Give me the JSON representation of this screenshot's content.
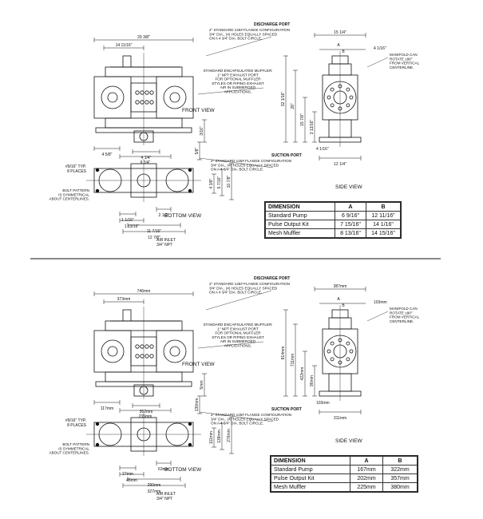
{
  "imperial": {
    "dims": {
      "overall_width": "29 3/8\"",
      "inner_width": "14 11/16\"",
      "left_offset": "4 5/8\"",
      "right_height": "3/16\"",
      "base_height": "5/8\"",
      "center_w1": "9 1/4\"",
      "center_w2": "4 1/4\"",
      "mount_h1": "10 7/8\"",
      "mount_h2": "5 7/16\"",
      "mount_h3": "4 3/8\"",
      "slot": "#9/16\" TYP.\n8 PLACES",
      "bottom_w1": "1 1/16\"",
      "bottom_w2": "1 13/16\"",
      "bottom_w3": "2 1/2\"",
      "bottom_w4": "11 7/16\"",
      "bottom_w5": "12 7/8\"",
      "side_width": "15 1/4\"",
      "side_a": "A",
      "side_b": "B",
      "side_top": "4 1/16\"",
      "side_h1": "32 1/16\"",
      "side_h2": "28\"",
      "side_h3": "15 7/8\"",
      "side_h4": "3 13/16\"",
      "side_bot1": "4 1/16\"",
      "side_bot2": "12 1/4\""
    },
    "air_inlet": "AIR INLET\n3/4\" NPT",
    "table": {
      "header": [
        "DIMENSION",
        "A",
        "B"
      ],
      "rows": [
        [
          "Standard Pump",
          "6 9/16\"",
          "12 11/16\""
        ],
        [
          "Pulse Output Kit",
          "7 15/16\"",
          "14 1/16\""
        ],
        [
          "Mesh Muffler",
          "8 13/16\"",
          "14 15/16\""
        ]
      ]
    }
  },
  "metric": {
    "dims": {
      "overall_width": "746mm",
      "inner_width": "373mm",
      "left_offset": "117mm",
      "right_height": "5mm",
      "base_height": "130mm",
      "center_w1": "235mm",
      "center_w2": "362mm",
      "mount_h1": "276mm",
      "mount_h2": "138mm",
      "mount_h3": "111mm",
      "slot": "#9/16\" TYP.\n8 PLACES",
      "bottom_w1": "27mm",
      "bottom_w2": "46mm",
      "bottom_w3": "63mm",
      "bottom_w4": "290mm",
      "bottom_w5": "327mm",
      "side_width": "387mm",
      "side_a": "A",
      "side_b": "B",
      "side_top": "103mm",
      "side_h1": "814mm",
      "side_h2": "711mm",
      "side_h3": "422mm",
      "side_h4": "96mm",
      "side_bot1": "103mm",
      "side_bot2": "311mm"
    },
    "air_inlet": "AIR INLET\n3/4\" NPT",
    "table": {
      "header": [
        "DIMENSION",
        "A",
        "B"
      ],
      "rows": [
        [
          "Standard Pump",
          "167mm",
          "322mm"
        ],
        [
          "Pulse Output Kit",
          "202mm",
          "357mm"
        ],
        [
          "Mesh Muffler",
          "225mm",
          "380mm"
        ]
      ]
    }
  },
  "labels": {
    "front_view": "FRONT VIEW",
    "bottom_view": "BOTTOM VIEW",
    "side_view": "SIDE VIEW",
    "discharge_title": "DISCHARGE PORT",
    "discharge_text": "2\" STANDARD 125# FLANGE CONFIGURATION\n3/4\" DIA., (4) HOLES EQUALLY SPACED\nON A 4 3/4\" DIA. BOLT CIRCLE.",
    "muffler_text": "STANDARD ENCAPSULATED MUFFLER:\n1\" NPT EXHAUST PORT\nFOR OPTIONAL MUFFLER\nSTYLES OR PIPING EXHAUST\nAIR IN SUBMERGED\nAPPLICATIONS.",
    "suction_title": "SUCTION PORT",
    "suction_text": "2\" STANDARD 125# FLANGE CONFIGURATION\n3/4\" DIA., (4) HOLES EQUALLY SPACED\nON A 4 3/4\" DIA. BOLT CIRCLE.",
    "bolt_text": "BOLT PATTERN\nIS SYMMETRICAL\nABOUT CENTERLINES.",
    "manifold_text": "MANIFOLD CAN\nROTATE ±90°\nFROM VERTICAL\nCENTERLINE."
  }
}
